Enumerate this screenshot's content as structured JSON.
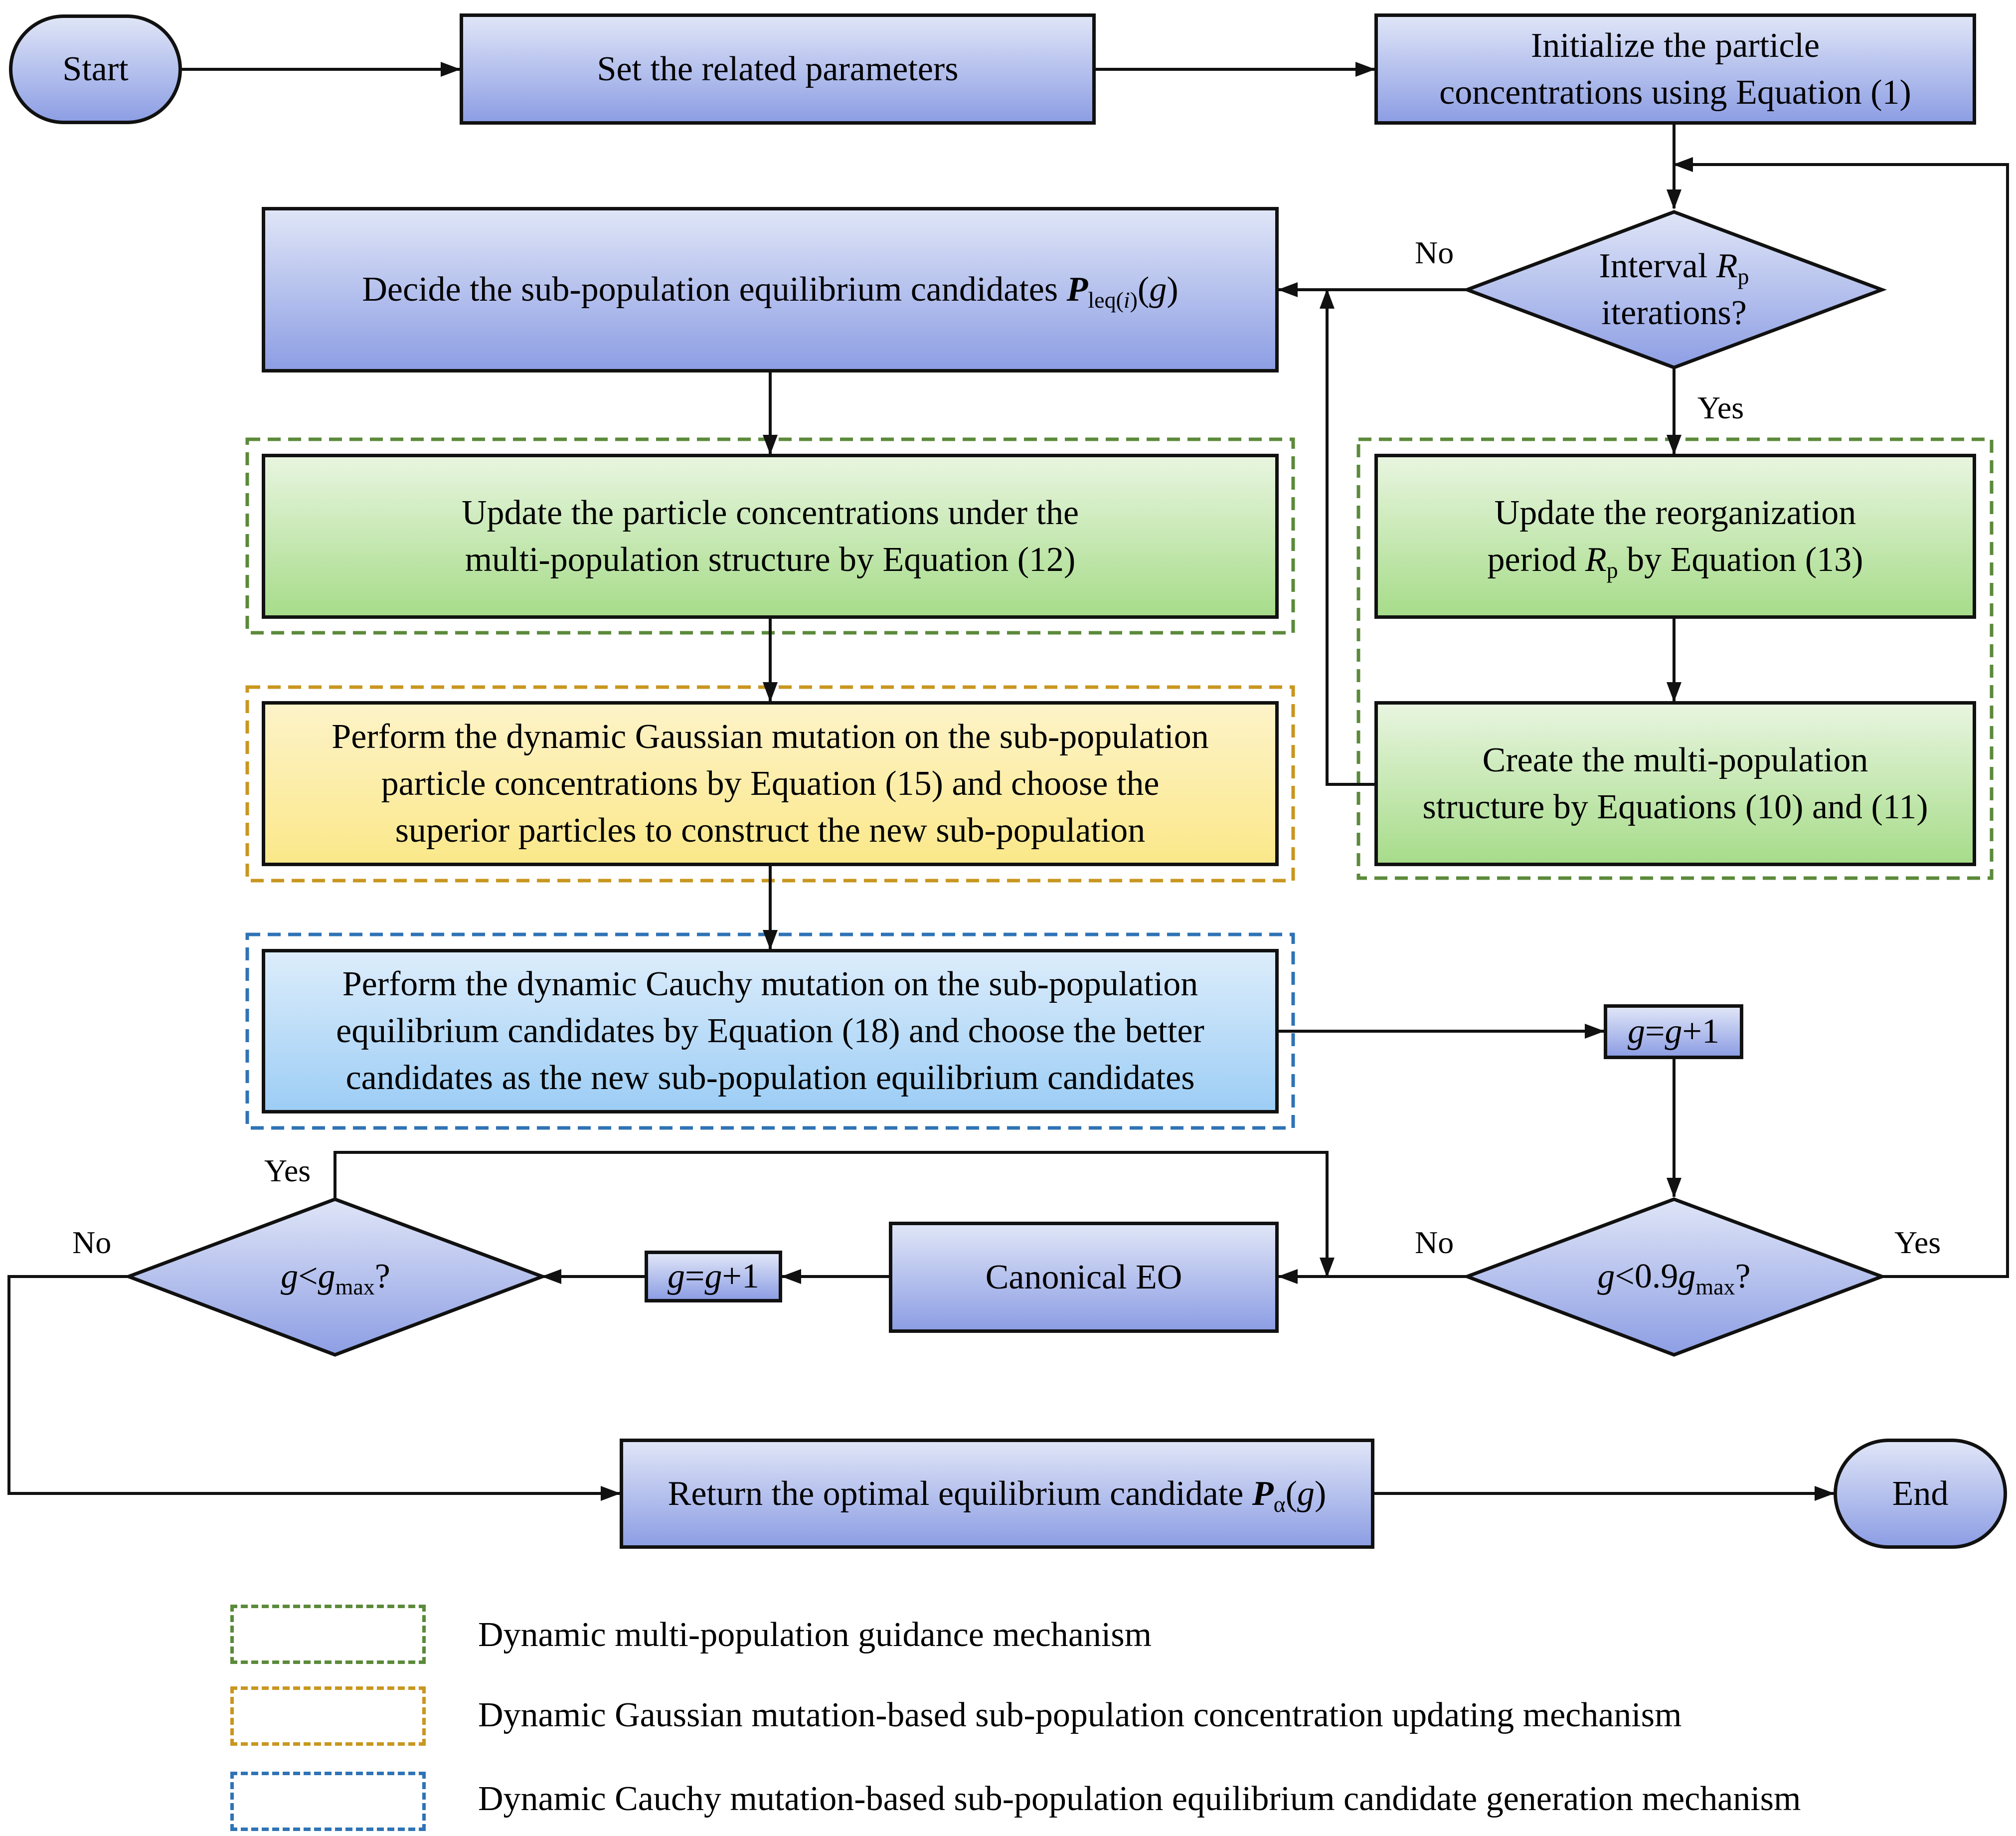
{
  "nodes": {
    "start": "Start",
    "set_params": "Set the related parameters",
    "init": {
      "line1": "Initialize the particle",
      "line2": "concentrations using Equation (1)"
    },
    "interval": {
      "text": "Interval ",
      "var": "R",
      "sub": "p",
      "line2": "iterations?"
    },
    "decide": {
      "text": "Decide the sub-population equilibrium candidates ",
      "var": "P",
      "sub": "leq(",
      "sub_i": "i",
      "sub_close": ")",
      "arg_open": "(",
      "arg": "g",
      "arg_close": ")"
    },
    "update_particle": {
      "line1": "Update the particle concentrations under the",
      "line2": "multi-population structure by Equation (12)"
    },
    "update_period": {
      "line1": "Update the reorganization",
      "line2_a": "period ",
      "var": "R",
      "sub": "p",
      "line2_b": " by Equation (13)"
    },
    "gaussian": {
      "line1": "Perform the dynamic Gaussian mutation on the sub-population",
      "line2": "particle concentrations by Equation (15) and choose the",
      "line3": "superior particles to construct the new sub-population"
    },
    "create_multi": {
      "line1": "Create the multi-population",
      "line2": "structure by Equations (10) and (11)"
    },
    "cauchy": {
      "line1": "Perform the dynamic Cauchy mutation on the sub-population",
      "line2": "equilibrium candidates by Equation (18) and choose the better",
      "line3": "candidates as the new sub-population equilibrium candidates"
    },
    "g_inc_1": {
      "var": "g",
      "eq": "=",
      "var2": "g",
      "rest": "+1"
    },
    "g_09": {
      "var": "g",
      "mid": "<0.9",
      "var2": "g",
      "sub": "max",
      "q": "?"
    },
    "canonical": "Canonical EO",
    "g_inc_2": {
      "var": "g",
      "eq": "=",
      "var2": "g",
      "rest": "+1"
    },
    "g_max": {
      "var": "g",
      "mid": "<",
      "var2": "g",
      "sub": "max",
      "q": "?"
    },
    "return": {
      "text": "Return the optimal equilibrium candidate ",
      "var": "P",
      "sub": "α",
      "arg_open": "(",
      "arg": "g",
      "arg_close": ")"
    },
    "end": "End"
  },
  "labels": {
    "no_interval": "No",
    "yes_interval": "Yes",
    "no_g09": "No",
    "yes_g09": "Yes",
    "yes_gmax": "Yes",
    "no_gmax": "No"
  },
  "legend": [
    {
      "text": "Dynamic multi-population guidance mechanism",
      "color": "#5b8a3a"
    },
    {
      "text": "Dynamic Gaussian mutation-based sub-population concentration updating mechanism",
      "color": "#c9961f"
    },
    {
      "text": "Dynamic Cauchy mutation-based sub-population equilibrium candidate generation mechanism",
      "color": "#2f73b5"
    }
  ],
  "colors": {
    "box_blue": "#8d9ee4",
    "box_green": "#a7dc8a",
    "box_yellow": "#fbe88a",
    "box_cyan": "#9dcdf5",
    "dash_green": "#5b8a3a",
    "dash_gold": "#c9961f",
    "dash_blue": "#2f73b5"
  }
}
